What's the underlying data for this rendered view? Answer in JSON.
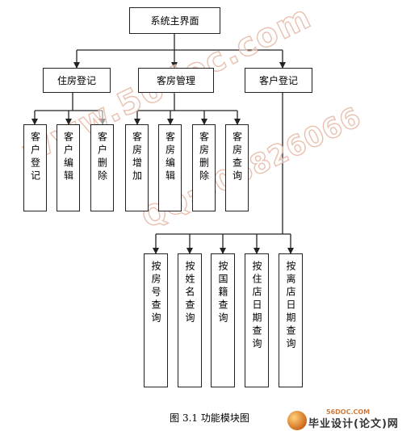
{
  "diagram": {
    "root": "系统主界面",
    "level1": [
      "住房登记",
      "客房管理",
      "客户登记"
    ],
    "group_zhufang": [
      "客户登记",
      "客户编辑",
      "客户删除"
    ],
    "group_kefang": [
      "客房增加",
      "客房编辑",
      "客房删除",
      "客房查询"
    ],
    "group_kehu": [
      "按房号查询",
      "按姓名查询",
      "按国籍查询",
      "按住店日期查询",
      "按离店日期查询"
    ]
  },
  "caption": "图 3.1 功能模块图",
  "watermarks": [
    "www.56doc.com",
    "QQ:306826066"
  ],
  "logo": {
    "site": "56DOC.COM",
    "text": "毕业设计(论文)网"
  },
  "colors": {
    "line": "#222222",
    "watermark_stroke": "#e7b9a7",
    "logo_accent": "#d07a3a"
  }
}
